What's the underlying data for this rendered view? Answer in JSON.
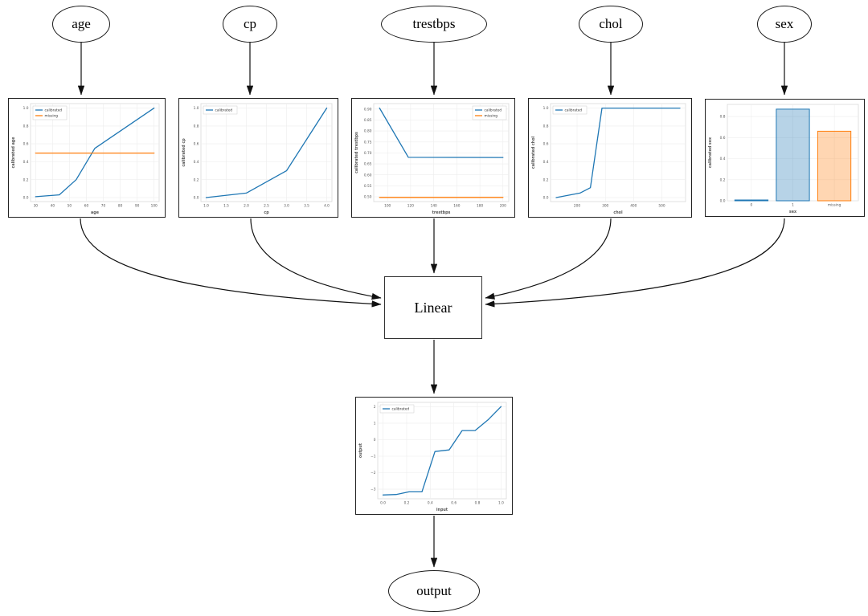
{
  "diagram": {
    "input_nodes": [
      "age",
      "cp",
      "trestbps",
      "chol",
      "sex"
    ],
    "linear_label": "Linear",
    "output_label": "output"
  },
  "colors": {
    "calibrated": "#1f77b4",
    "missing": "#ff7f0e",
    "edge": "#111111"
  },
  "chart_data": [
    {
      "name": "age-calibration",
      "type": "line",
      "xlabel": "age",
      "ylabel": "calibrated age",
      "xlim": [
        27,
        103
      ],
      "ylim": [
        -0.045,
        1.05
      ],
      "grid": true,
      "xticks": {
        "values": [
          30,
          40,
          50,
          60,
          70,
          80,
          90,
          100
        ],
        "labels": [
          "30",
          "40",
          "50",
          "60",
          "70",
          "80",
          "90",
          "100"
        ]
      },
      "yticks": {
        "values": [
          0,
          0.2,
          0.4,
          0.6,
          0.8,
          1.0
        ],
        "labels": [
          "0.0",
          "0.2",
          "0.4",
          "0.6",
          "0.8",
          "1.0"
        ]
      },
      "series": [
        {
          "name": "calibrated",
          "color": "#1f77b4",
          "points": [
            [
              30,
              0.01
            ],
            [
              44,
              0.03
            ],
            [
              54,
              0.2
            ],
            [
              65,
              0.55
            ],
            [
              100,
              1.0
            ]
          ]
        },
        {
          "name": "missing",
          "color": "#ff7f0e",
          "points": [
            [
              30,
              0.497
            ],
            [
              100,
              0.497
            ]
          ]
        }
      ],
      "legend": {
        "pos": "ul",
        "entries": [
          {
            "label": "calibrated",
            "color": "#1f77b4"
          },
          {
            "label": "missing",
            "color": "#ff7f0e"
          }
        ]
      }
    },
    {
      "name": "cp-calibration",
      "type": "line",
      "xlabel": "cp",
      "ylabel": "calibrated cp",
      "xlim": [
        0.87,
        4.13
      ],
      "ylim": [
        -0.045,
        1.05
      ],
      "grid": true,
      "xticks": {
        "values": [
          1,
          1.5,
          2,
          2.5,
          3,
          3.5,
          4
        ],
        "labels": [
          "1.0",
          "1.5",
          "2.0",
          "2.5",
          "3.0",
          "3.5",
          "4.0"
        ]
      },
      "yticks": {
        "values": [
          0,
          0.2,
          0.4,
          0.6,
          0.8,
          1.0
        ],
        "labels": [
          "0.0",
          "0.2",
          "0.4",
          "0.6",
          "0.8",
          "1.0"
        ]
      },
      "series": [
        {
          "name": "calibrated",
          "color": "#1f77b4",
          "points": [
            [
              1,
              0.0
            ],
            [
              2,
              0.05
            ],
            [
              3,
              0.3
            ],
            [
              4,
              1.0
            ]
          ]
        }
      ],
      "legend": {
        "pos": "ul",
        "entries": [
          {
            "label": "calibrated",
            "color": "#1f77b4"
          }
        ]
      }
    },
    {
      "name": "trestbps-calibration",
      "type": "line",
      "xlabel": "trestbps",
      "ylabel": "calibrated trestbps",
      "xlim": [
        88,
        205
      ],
      "ylim": [
        0.478,
        0.925
      ],
      "grid": true,
      "xticks": {
        "values": [
          100,
          120,
          140,
          160,
          180,
          200
        ],
        "labels": [
          "100",
          "120",
          "140",
          "160",
          "180",
          "200"
        ]
      },
      "yticks": {
        "values": [
          0.5,
          0.55,
          0.6,
          0.65,
          0.7,
          0.75,
          0.8,
          0.85,
          0.9
        ],
        "labels": [
          "0.50",
          "0.55",
          "0.60",
          "0.65",
          "0.70",
          "0.75",
          "0.80",
          "0.85",
          "0.90"
        ]
      },
      "series": [
        {
          "name": "calibrated",
          "color": "#1f77b4",
          "points": [
            [
              93,
              0.905
            ],
            [
              118,
              0.68
            ],
            [
              200,
              0.679
            ]
          ]
        },
        {
          "name": "missing",
          "color": "#ff7f0e",
          "points": [
            [
              93,
              0.497
            ],
            [
              200,
              0.497
            ]
          ]
        }
      ],
      "legend": {
        "pos": "ur",
        "entries": [
          {
            "label": "calibrated",
            "color": "#1f77b4"
          },
          {
            "label": "missing",
            "color": "#ff7f0e"
          }
        ]
      }
    },
    {
      "name": "chol-calibration",
      "type": "line",
      "xlabel": "chol",
      "ylabel": "calibrated chol",
      "xlim": [
        106,
        584
      ],
      "ylim": [
        -0.045,
        1.05
      ],
      "grid": true,
      "xticks": {
        "values": [
          200,
          300,
          400,
          500
        ],
        "labels": [
          "200",
          "300",
          "400",
          "500"
        ]
      },
      "yticks": {
        "values": [
          0,
          0.2,
          0.4,
          0.6,
          0.8,
          1.0
        ],
        "labels": [
          "0.0",
          "0.2",
          "0.4",
          "0.6",
          "0.8",
          "1.0"
        ]
      },
      "series": [
        {
          "name": "calibrated",
          "color": "#1f77b4",
          "points": [
            [
              126,
              0.0
            ],
            [
              210,
              0.05
            ],
            [
              247,
              0.11
            ],
            [
              288,
              1.0
            ],
            [
              564,
              1.0
            ]
          ]
        }
      ],
      "legend": {
        "pos": "ul",
        "entries": [
          {
            "label": "calibrated",
            "color": "#1f77b4"
          }
        ]
      }
    },
    {
      "name": "sex-calibration",
      "type": "bar",
      "xlabel": "sex",
      "ylabel": "calibrated sex",
      "xlim": [
        -0.58,
        2.58
      ],
      "ylim": [
        0,
        0.915
      ],
      "grid": true,
      "xticks": {
        "values": [
          0,
          1,
          2
        ],
        "labels": [
          "0",
          "1",
          "missing"
        ]
      },
      "yticks": {
        "values": [
          0,
          0.2,
          0.4,
          0.6,
          0.8
        ],
        "labels": [
          "0.0",
          "0.2",
          "0.4",
          "0.6",
          "0.8"
        ]
      },
      "bars": {
        "categories": [
          "0",
          "1",
          "missing"
        ],
        "values": [
          0.008,
          0.87,
          0.66
        ],
        "colors": [
          "#1f77b4",
          "#1f77b4",
          "#ff7f0e"
        ]
      }
    },
    {
      "name": "output-calibration",
      "type": "line",
      "xlabel": "input",
      "ylabel": "output",
      "xlim": [
        -0.045,
        1.045
      ],
      "ylim": [
        -3.58,
        2.26
      ],
      "grid": true,
      "xticks": {
        "values": [
          0,
          0.2,
          0.4,
          0.6,
          0.8,
          1.0
        ],
        "labels": [
          "0.0",
          "0.2",
          "0.4",
          "0.6",
          "0.8",
          "1.0"
        ]
      },
      "yticks": {
        "values": [
          -3,
          -2,
          -1,
          0,
          1,
          2
        ],
        "labels": [
          "−3",
          "−2",
          "−1",
          "0",
          "1",
          "2"
        ]
      },
      "series": [
        {
          "name": "calibrated",
          "color": "#1f77b4",
          "points": [
            [
              0,
              -3.35
            ],
            [
              0.11,
              -3.32
            ],
            [
              0.22,
              -3.16
            ],
            [
              0.33,
              -3.16
            ],
            [
              0.44,
              -0.72
            ],
            [
              0.56,
              -0.62
            ],
            [
              0.67,
              0.55
            ],
            [
              0.78,
              0.55
            ],
            [
              0.89,
              1.2
            ],
            [
              1.0,
              2.0
            ]
          ]
        }
      ],
      "legend": {
        "pos": "ul",
        "entries": [
          {
            "label": "calibrated",
            "color": "#1f77b4"
          }
        ]
      }
    }
  ]
}
